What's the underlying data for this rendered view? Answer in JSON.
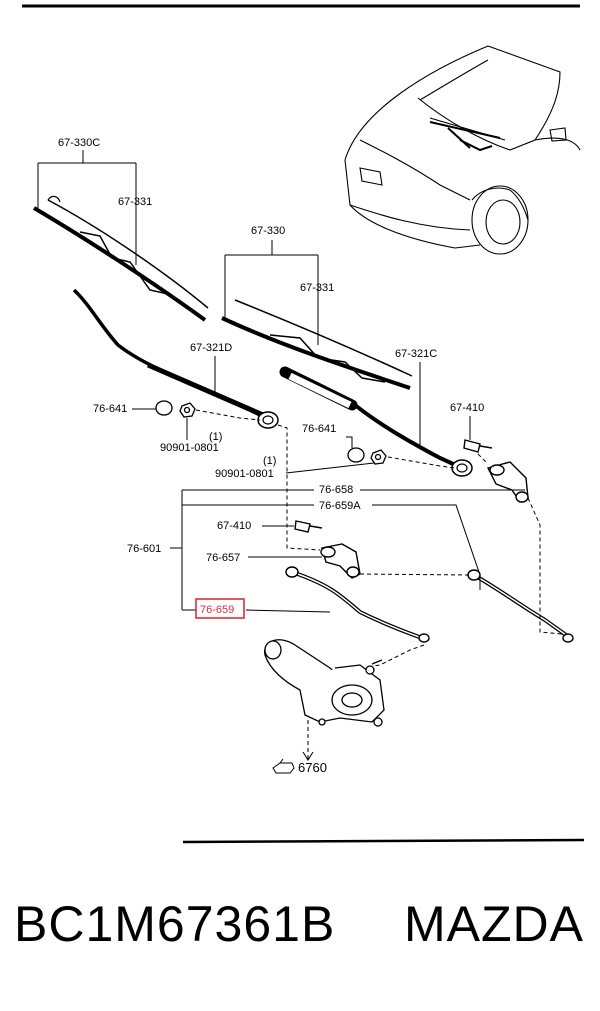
{
  "diagram": {
    "labels": {
      "l_67330c": "67-330C",
      "l_67331a": "67-331",
      "l_67330": "67-330",
      "l_67331b": "67-331",
      "l_67321d": "67-321D",
      "l_67321c": "67-321C",
      "l_76641a": "76-641",
      "l_90901a": "90901-0801",
      "l_q1a": "(1)",
      "l_76641b": "76-641",
      "l_q1b": "(1)",
      "l_90901b": "90901-0801",
      "l_67410a": "67-410",
      "l_76658": "76-658",
      "l_76659a": "76-659A",
      "l_67410b": "67-410",
      "l_76601": "76-601",
      "l_76657": "76-657",
      "l_76659": "76-659",
      "l_6760": "6760"
    },
    "highlight_color": "#d9303a"
  },
  "footer": {
    "part_number": "BC1M67361B",
    "brand": "MAZDA"
  }
}
